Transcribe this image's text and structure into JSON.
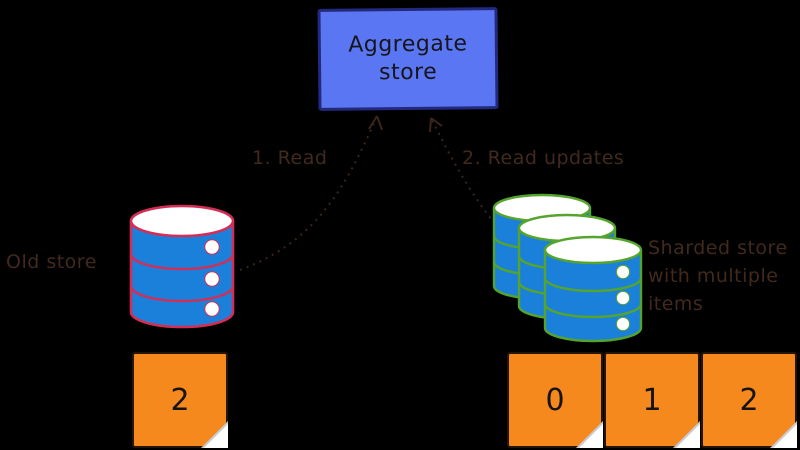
{
  "canvas": {
    "background": "#000000"
  },
  "aggregate_box": {
    "label": "Aggregate store",
    "fill": "#5b76f2",
    "border": "#23297d"
  },
  "arrows": [
    {
      "label": "1. Read"
    },
    {
      "label": "2. Read updates"
    }
  ],
  "old_store": {
    "label": "Old store",
    "outline_color": "#d42e56",
    "cylinder_fill": "#1a80da",
    "sticky_note": {
      "value": "2",
      "color": "#f6891e"
    }
  },
  "sharded_store": {
    "label_lines": [
      "Sharded store",
      "with multiple",
      "items"
    ],
    "outline_color": "#55a42d",
    "cylinder_fill": "#1a80da",
    "sticky_color": "#f6891e",
    "sticky_notes": [
      {
        "value": "0"
      },
      {
        "value": "1"
      },
      {
        "value": "2"
      }
    ]
  }
}
